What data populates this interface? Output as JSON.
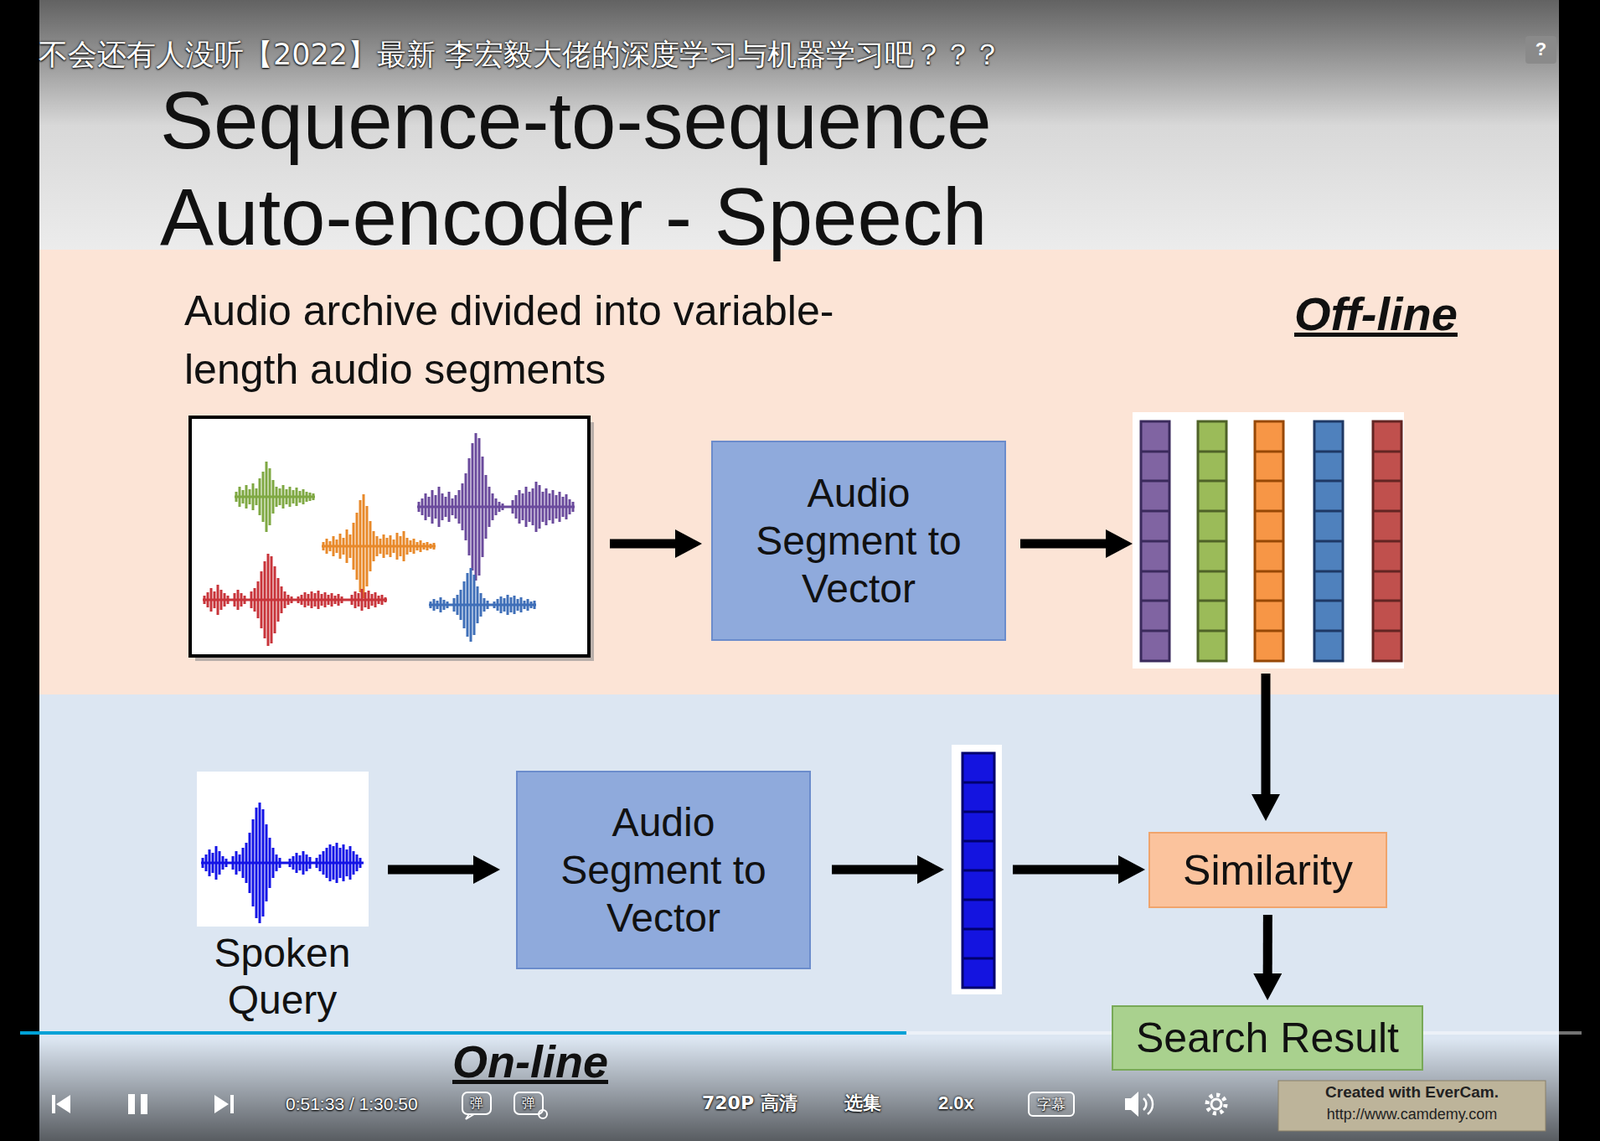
{
  "diagram": {
    "title": "Sequence-to-sequence Auto-encoder - Speech",
    "nodes": [
      {
        "text": [
          "Audio archive divided into variable-length audio segments",
          "Off-line"
        ]
      },
      {
        "text": [
          "Audio Segment to Vector"
        ],
        "in": 0
      },
      {
        "text": [
          "Spoken Query",
          "On-line"
        ]
      },
      {
        "text": [
          "Audio Segment to Vector"
        ],
        "in": 2
      },
      {
        "text": [
          "Similarity"
        ],
        "in": 2
      },
      {
        "text": [
          "Search Result"
        ],
        "in": 2
      }
    ],
    "edges": [
      {
        "from": 4,
        "to": 5,
        "arrow": "to"
      }
    ],
    "labels": [
      "不会还有人没听【2022】最新 李宏毅大佬的深度学习与机器学习吧？？？",
      "?",
      "0:51:33 / 1:30:50",
      "弹",
      "弹",
      "720P 高清",
      "选集",
      "2.0x",
      "字幕",
      "Created with EverCam.",
      "http://www.camdemy.com"
    ]
  }
}
